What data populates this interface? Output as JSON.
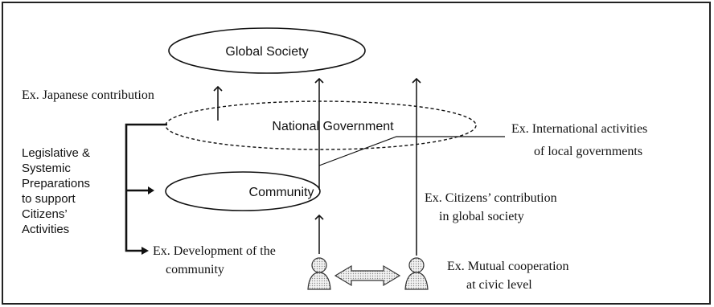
{
  "diagram": {
    "nodes": {
      "global_society": "Global Society",
      "national_government": "National Government",
      "community": "Community"
    },
    "annotations": {
      "japanese_contribution": "Ex. Japanese contribution",
      "intl_activities_line1": "Ex. International activities",
      "intl_activities_line2": "of local governments",
      "citizens_contribution_line1": "Ex. Citizens’ contribution",
      "citizens_contribution_line2": "in global society",
      "development_line1": "Ex. Development of the",
      "development_line2": "community",
      "mutual_coop_line1": "Ex. Mutual cooperation",
      "mutual_coop_line2": "at civic level"
    },
    "legislative_label": [
      "Legislative &",
      "Systemic",
      "Preparations",
      "to support",
      "Citizens’",
      "Activities"
    ],
    "icons": [
      "person-icon",
      "double-arrow-icon",
      "person-icon"
    ]
  }
}
